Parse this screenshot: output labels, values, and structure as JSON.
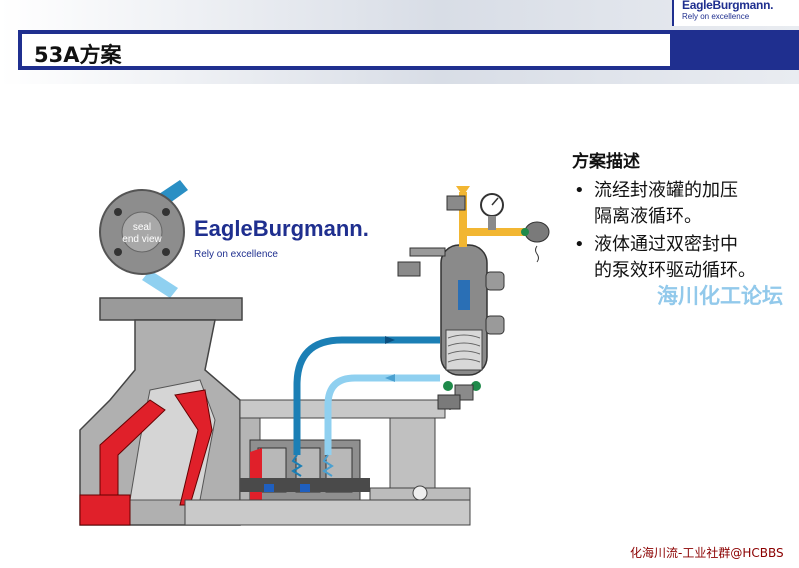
{
  "header": {
    "title": "53A方案"
  },
  "corner_logo": {
    "name": "EagleBurgmann.",
    "tagline": "Rely on excellence"
  },
  "description": {
    "heading": "方案描述",
    "bullets": [
      {
        "line1": "流经封液罐的加压",
        "line2": "隔离液循环。"
      },
      {
        "line1": "液体通过双密封中",
        "line2": "的泵效环驱动循环。"
      }
    ]
  },
  "diagram": {
    "seal_label_line1": "seal",
    "seal_label_line2": "end view",
    "brand_name": "EagleBurgmann.",
    "brand_tagline": "Rely on excellence"
  },
  "watermark": "海川化工论坛",
  "footer": "化海川流-工业社群@HCBBS",
  "colors": {
    "brand_blue": "#1f2f8f",
    "flow_dark": "#1b7fb5",
    "flow_light": "#8fd0f0",
    "red": "#e0202a"
  }
}
